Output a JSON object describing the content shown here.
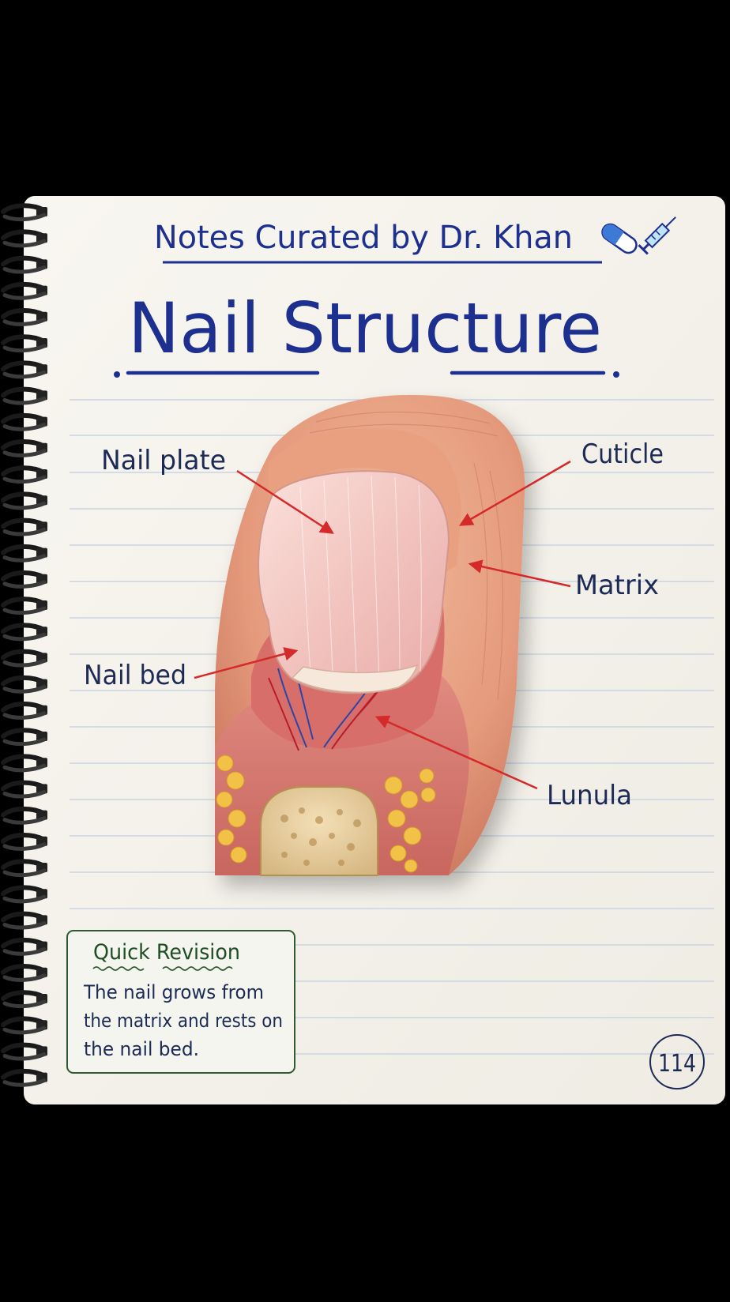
{
  "header": {
    "byline": "Notes Curated by Dr. Khan",
    "title": "Nail Structure"
  },
  "diagram": {
    "labels": {
      "nail_plate": "Nail plate",
      "cuticle": "Cuticle",
      "matrix": "Matrix",
      "nail_bed": "Nail bed",
      "lunula": "Lunula"
    },
    "arrow_color": "#d42a2a"
  },
  "revision_box": {
    "heading": "Quick Revision",
    "lines": [
      "The nail grows from",
      "the matrix and rests on",
      "the nail bed."
    ]
  },
  "page_number": "114",
  "colors": {
    "ink_blue": "#1d2f8f",
    "ink_green": "#1f4d24",
    "paper": "#f6f4ee",
    "ruled_line": "#b9c6dc",
    "arrow_red": "#d42a2a"
  },
  "icons": [
    "pill-capsule-icon",
    "syringe-icon"
  ]
}
